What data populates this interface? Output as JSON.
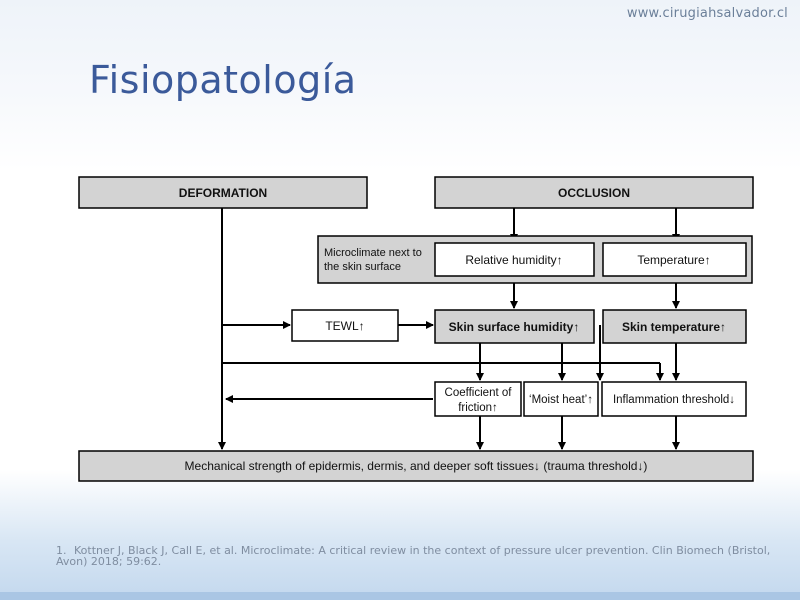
{
  "header": {
    "website": "www.cirugiahsalvador.cl",
    "title": "Fisiopatología"
  },
  "diagram": {
    "deformation": "DEFORMATION",
    "occlusion": "OCCLUSION",
    "microclimate_line1": "Microclimate next to",
    "microclimate_line2": "the skin surface",
    "relative_humidity": "Relative humidity↑",
    "temperature": "Temperature↑",
    "tewl": "TEWL↑",
    "skin_surface_humidity": "Skin surface humidity↑",
    "skin_temperature": "Skin temperature↑",
    "coefficient_line1": "Coefficient of",
    "coefficient_line2": "friction↑",
    "moist_heat": "‘Moist heat’↑",
    "inflammation_threshold": "Inflammation threshold↓",
    "mechanical_strength": "Mechanical strength of epidermis, dermis, and deeper soft tissues↓ (trauma threshold↓)"
  },
  "reference": {
    "number": "1.",
    "text": "Kottner J, Black J, Call E, et al. Microclimate: A critical review in the context of pressure ulcer prevention. Clin Biomech (Bristol, Avon) 2018; 59:62."
  },
  "colors": {
    "title": "#3b5a9a",
    "box_gray": "#d3d3d3",
    "box_white": "#ffffff",
    "line": "#000000"
  }
}
